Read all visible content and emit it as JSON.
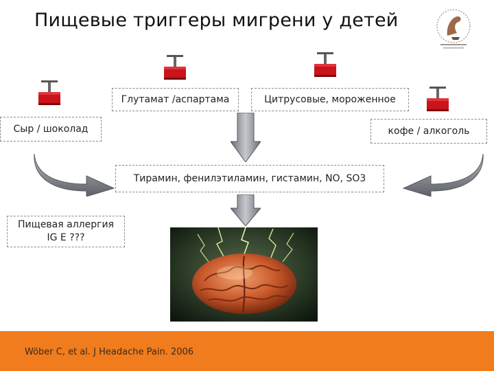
{
  "title": "Пищевые триггеры мигрени у детей",
  "triggers": {
    "glutamate": "Глутамат /аспартама",
    "citrus": "Цитрусовые, мороженное",
    "cheese": "Сыр / шоколад",
    "coffee": "кофе / алкоголь",
    "amines": "Тирамин, фенилэтиламин, гистамин, NO, SO3",
    "allergy_line1": "Пищевая аллергия",
    "allergy_line2": "IG E ???"
  },
  "citation": "Wöber C, et al. J Headache Pain. 2006",
  "colors": {
    "footer": "#f07c1e",
    "plunger_red": "#c8141a",
    "arrow_gray": "#8a8c92"
  },
  "icons": [
    "detonator-plunger-icon",
    "curved-arrow-icon",
    "down-arrow-icon",
    "brain-lightning-image",
    "logo-emblem-icon"
  ]
}
